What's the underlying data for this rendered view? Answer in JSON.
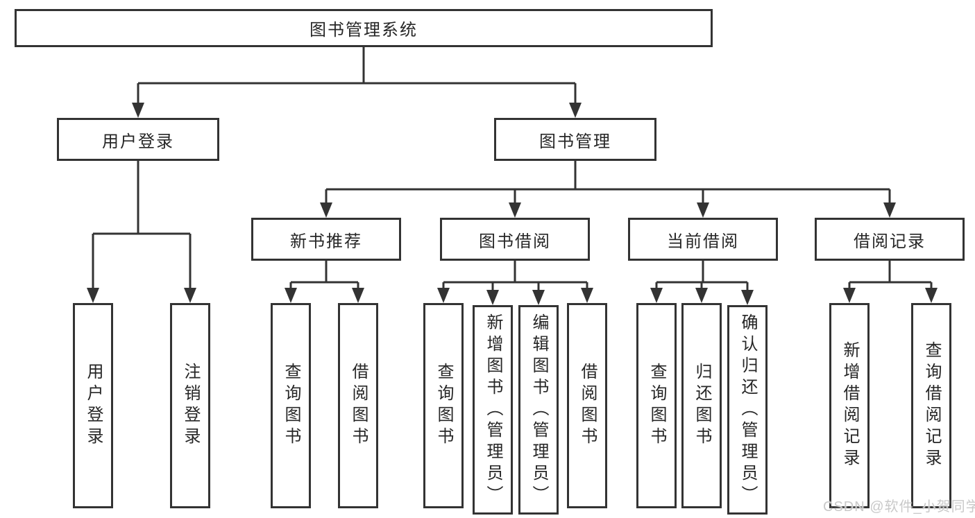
{
  "diagram": {
    "colors": {
      "line": "#333333",
      "text": "#262626",
      "background": "#ffffff",
      "watermark_text": "#c9c9c9"
    },
    "nodes": {
      "root": {
        "label": "图书管理系统"
      },
      "user_login": {
        "label": "用户登录"
      },
      "book_management": {
        "label": "图书管理"
      },
      "new_book_recommend": {
        "label": "新书推荐"
      },
      "book_borrow": {
        "label": "图书借阅"
      },
      "current_borrow": {
        "label": "当前借阅"
      },
      "borrow_record": {
        "label": "借阅记录"
      },
      "leaf_user_login": {
        "label": "用户登录"
      },
      "leaf_logout": {
        "label": "注销登录"
      },
      "rec_query_books": {
        "label": "查询图书"
      },
      "rec_borrow_books": {
        "label": "借阅图书"
      },
      "bb_query_books": {
        "label": "查询图书"
      },
      "bb_add_books": {
        "label": "新增图书（管理员）"
      },
      "bb_edit_books": {
        "label": "编辑图书（管理员）"
      },
      "bb_borrow_books": {
        "label": "借阅图书"
      },
      "cb_query_books": {
        "label": "查询图书"
      },
      "cb_return_books": {
        "label": "归还图书"
      },
      "cb_confirm_return": {
        "label": "确认归还（管理员）"
      },
      "br_add_record": {
        "label": "新增借阅记录"
      },
      "br_query_record": {
        "label": "查询借阅记录"
      }
    },
    "watermark": "CSDN @软件_小贺同学"
  }
}
